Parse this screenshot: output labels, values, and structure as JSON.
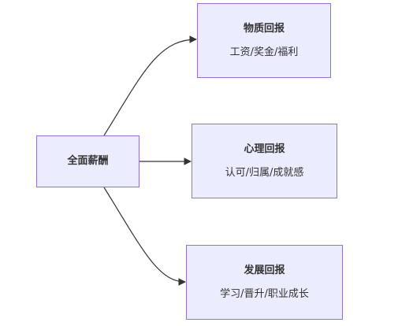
{
  "diagram": {
    "center": {
      "label": "全面薪酬"
    },
    "branches": [
      {
        "title": "物质回报",
        "detail": "工资/奖金/福利"
      },
      {
        "title": "心理回报",
        "detail": "认可/归属/成就感"
      },
      {
        "title": "发展回报",
        "detail": "学习/晋升/职业成长"
      }
    ],
    "colors": {
      "node_fill": "#ECECFF",
      "node_border": "#9370DB",
      "edge": "#333333",
      "text": "#333333"
    }
  }
}
